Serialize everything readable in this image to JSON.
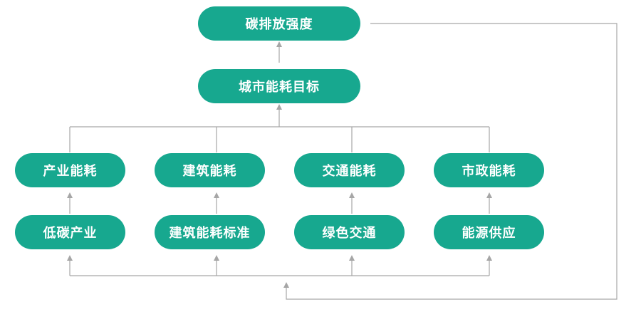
{
  "nodes": {
    "carbon_intensity": "碳排放强度",
    "city_energy_target": "城市能耗目标",
    "industry_energy": "产业能耗",
    "building_energy": "建筑能耗",
    "transport_energy": "交通能耗",
    "municipal_energy": "市政能耗",
    "low_carbon_industry": "低碳产业",
    "building_energy_standard": "建筑能耗标准",
    "green_transport": "绿色交通",
    "energy_supply": "能源供应"
  },
  "colors": {
    "node_fill": "#17a88f",
    "node_text": "#ffffff",
    "connector": "#a6a6a6",
    "background": "#ffffff"
  }
}
